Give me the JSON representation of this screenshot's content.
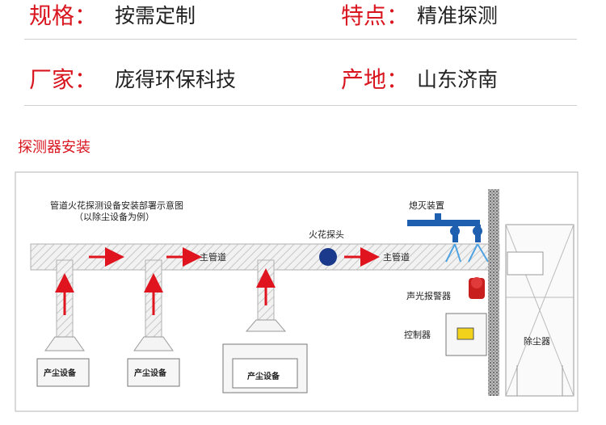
{
  "specs": [
    {
      "key": "规格：",
      "value": "按需定制"
    },
    {
      "key": "特点：",
      "value": "精准探测"
    },
    {
      "key": "厂家：",
      "value": "庞得环保科技"
    },
    {
      "key": "产地：",
      "value": "山东济南"
    }
  ],
  "section_title": "探测器安装",
  "diagram": {
    "title_line1": "管道火花探测设备安装部署示意图",
    "title_line2": "（以除尘设备为例）",
    "extinguisher_label": "熄灭装置",
    "detector_label": "火花探头",
    "main_duct_label_1": "主管道",
    "main_duct_label_2": "主管道",
    "alarm_label": "声光报警器",
    "controller_label": "控制器",
    "collector_label": "除尘器",
    "source_1": "产尘设备",
    "source_2": "产尘设备",
    "source_3": "产尘设备",
    "colors": {
      "arrow": "#e0141e",
      "detector": "#1b3a8c",
      "nozzle": "#1f5fb0",
      "alarm": "#c81e1e",
      "controller_face": "#f3d21b",
      "spray": "#4fa3e0"
    }
  }
}
